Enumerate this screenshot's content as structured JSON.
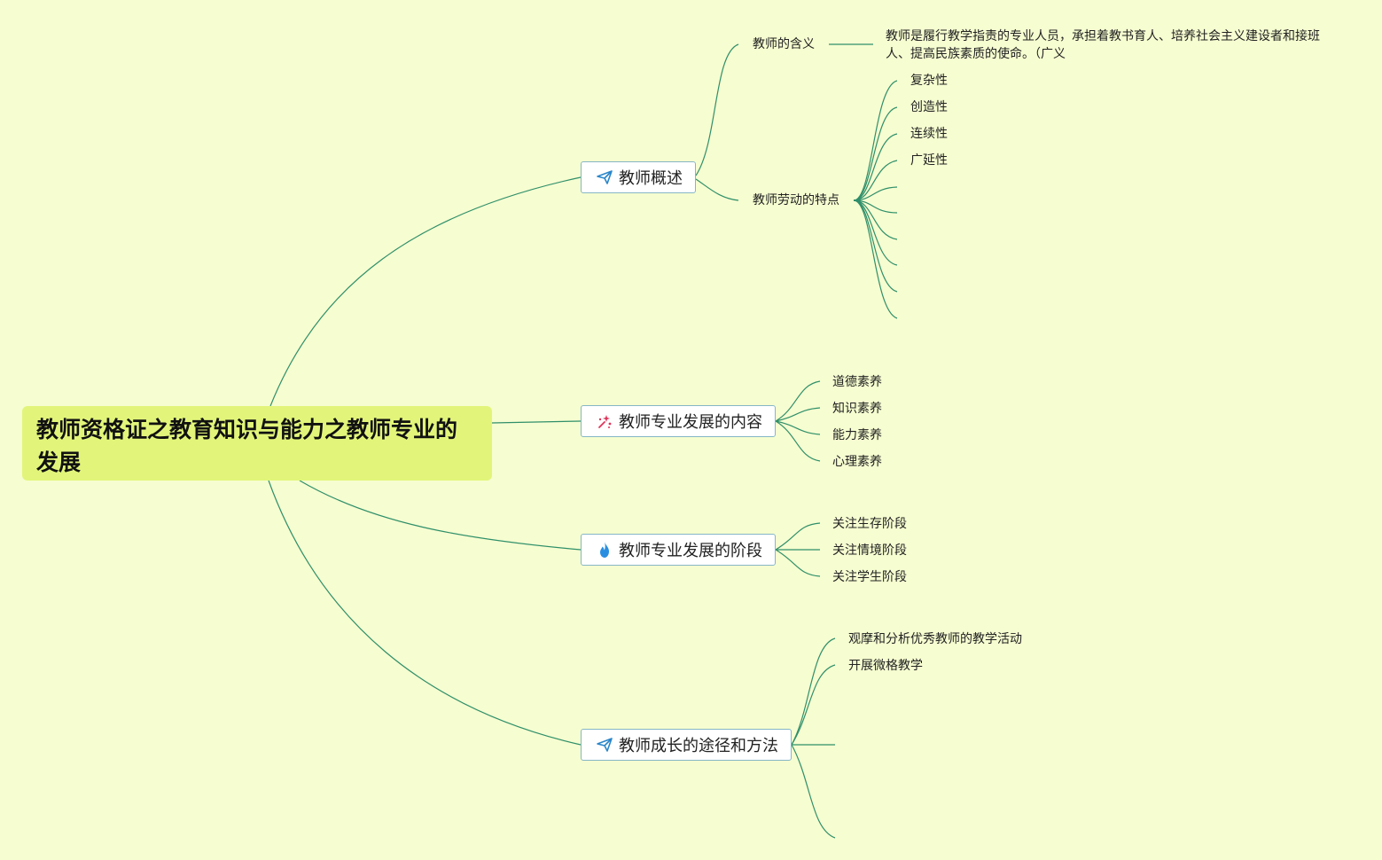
{
  "root": {
    "title": "教师资格证之教育知识与能力之教师专业的发展"
  },
  "branches": [
    {
      "label": "教师概述",
      "icon": "paper-plane-icon",
      "children": [
        {
          "label": "教师的含义",
          "detail": "教师是履行教学指责的专业人员，承担着教书育人、培养社会主义建设者和接班人、提高民族素质的使命。（广义"
        },
        {
          "label": "教师劳动的特点",
          "items": [
            "复杂性",
            "创造性",
            "连续性",
            "广延性"
          ]
        }
      ]
    },
    {
      "label": "教师专业发展的内容",
      "icon": "sparkle-icon",
      "items": [
        "道德素养",
        "知识素养",
        "能力素养",
        "心理素养"
      ]
    },
    {
      "label": "教师专业发展的阶段",
      "icon": "fire-icon",
      "items": [
        "关注生存阶段",
        "关注情境阶段",
        "关注学生阶段"
      ]
    },
    {
      "label": "教师成长的途径和方法",
      "icon": "paper-plane-icon",
      "items": [
        "观摩和分析优秀教师的教学活动",
        "开展微格教学"
      ]
    }
  ],
  "colors": {
    "background": "#f6fdd0",
    "root": "#e2f57a",
    "line": "#2f8f6a",
    "branch_border": "#86b6c6"
  }
}
